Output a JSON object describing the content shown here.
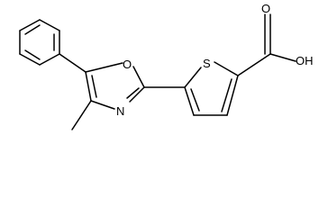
{
  "molecule": {
    "atoms": {
      "sulfur": "S",
      "oxazole_oxygen": "O",
      "oxazole_nitrogen": "N",
      "carbonyl_oxygen": "O",
      "hydroxyl": "OH"
    },
    "colors": {
      "bond": "#000000",
      "label": "#000000",
      "background": "#ffffff"
    }
  }
}
